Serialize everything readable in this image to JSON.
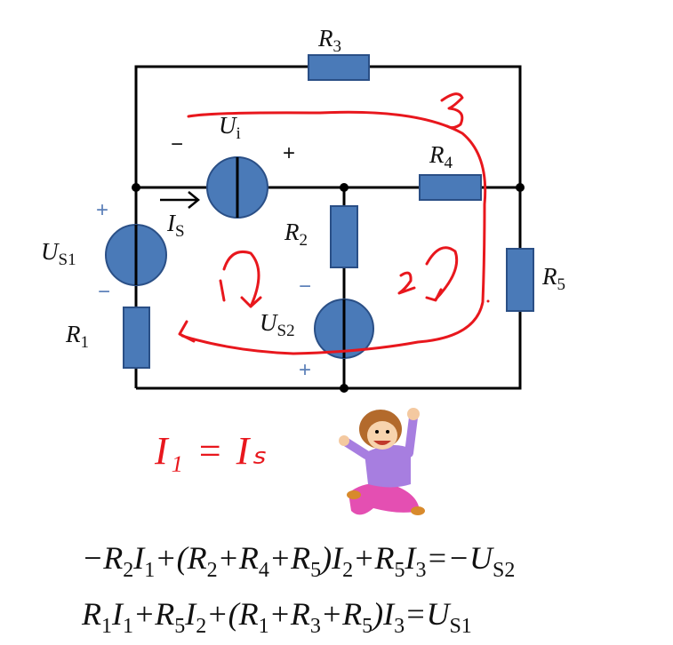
{
  "labels": {
    "r3": "R",
    "r3_sub": "3",
    "r4": "R",
    "r4_sub": "4",
    "r2": "R",
    "r2_sub": "2",
    "r1": "R",
    "r1_sub": "1",
    "r5": "R",
    "r5_sub": "5",
    "ui": "U",
    "ui_sub": "i",
    "is": "I",
    "is_sub": "S",
    "us1": "U",
    "us1_sub": "S1",
    "us2": "U",
    "us2_sub": "S2",
    "minus": "−",
    "plus": "+"
  },
  "handwriting": {
    "loop1": "1",
    "loop2": "2",
    "loop3": "3",
    "note": "I₁ = Iₛ"
  },
  "equations": [
    [
      [
        "−R",
        ""
      ],
      [
        "2",
        "sub"
      ],
      [
        "I",
        ""
      ],
      [
        "1",
        "sub"
      ],
      [
        "+(R",
        ""
      ],
      [
        "2",
        "sub"
      ],
      [
        "+R",
        ""
      ],
      [
        "4",
        "sub"
      ],
      [
        "+R",
        ""
      ],
      [
        "5",
        "sub"
      ],
      [
        ")I",
        ""
      ],
      [
        "2",
        "sub"
      ],
      [
        "+R",
        ""
      ],
      [
        "5",
        "sub"
      ],
      [
        "I",
        ""
      ],
      [
        "3",
        "sub"
      ],
      [
        "=−U",
        ""
      ],
      [
        "S2",
        "sub"
      ]
    ],
    [
      [
        "R",
        ""
      ],
      [
        "1",
        "sub"
      ],
      [
        "I",
        ""
      ],
      [
        "1",
        "sub"
      ],
      [
        "+R",
        ""
      ],
      [
        "5",
        "sub"
      ],
      [
        "I",
        ""
      ],
      [
        "2",
        "sub"
      ],
      [
        "+(R",
        ""
      ],
      [
        "1",
        "sub"
      ],
      [
        "+R",
        ""
      ],
      [
        "3",
        "sub"
      ],
      [
        "+R",
        ""
      ],
      [
        "5",
        "sub"
      ],
      [
        ")I",
        ""
      ],
      [
        "3",
        "sub"
      ],
      [
        "=U",
        ""
      ],
      [
        "S1",
        "sub"
      ]
    ]
  ],
  "colors": {
    "component": "#4a7ab8",
    "annotation": "#e8171d"
  }
}
